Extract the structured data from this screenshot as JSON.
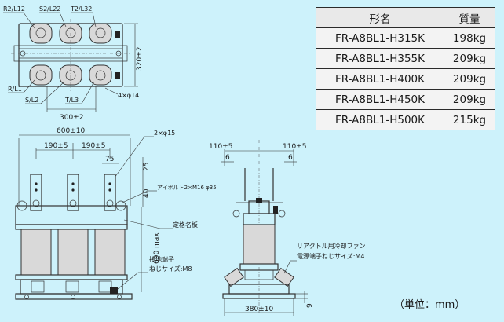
{
  "table": {
    "header": [
      "形名",
      "質量"
    ],
    "rows": [
      [
        "FR-A8BL1-H315K",
        "198kg"
      ],
      [
        "FR-A8BL1-H355K",
        "209kg"
      ],
      [
        "FR-A8BL1-H400K",
        "209kg"
      ],
      [
        "FR-A8BL1-H450K",
        "209kg"
      ],
      [
        "FR-A8BL1-H500K",
        "215kg"
      ]
    ]
  },
  "top_view": {
    "terminal_labels": [
      "R2/L12",
      "S2/L22",
      "T2/L32",
      "R/L1",
      "S/L2",
      "T/L3"
    ],
    "depth": "320±2",
    "mount_pitch": "300±2",
    "holes": "4×φ14"
  },
  "front_view": {
    "width": "600±10",
    "pitch_1": "190±5",
    "pitch_2": "190±5",
    "dim_75": "75",
    "dim_25": "25",
    "dim_40": "40",
    "holes": "2×φ15",
    "eyebolt": "アイボルト2×M16 φ35",
    "nameplate": "定格名板",
    "height": "690 max",
    "ground_terminal": "接地端子",
    "ground_screw": "ねじサイズ:M8"
  },
  "side_view": {
    "offset_left": "110±5",
    "offset_right": "110±5",
    "dim_6_left": "6",
    "dim_6_right": "6",
    "fan_label": "リアクトル用冷却ファン",
    "fan_screw": "電源端子ねじサイズ:M4",
    "foot_width": "380±10",
    "dim_9": "9"
  },
  "unit_note": "（単位：mm）"
}
